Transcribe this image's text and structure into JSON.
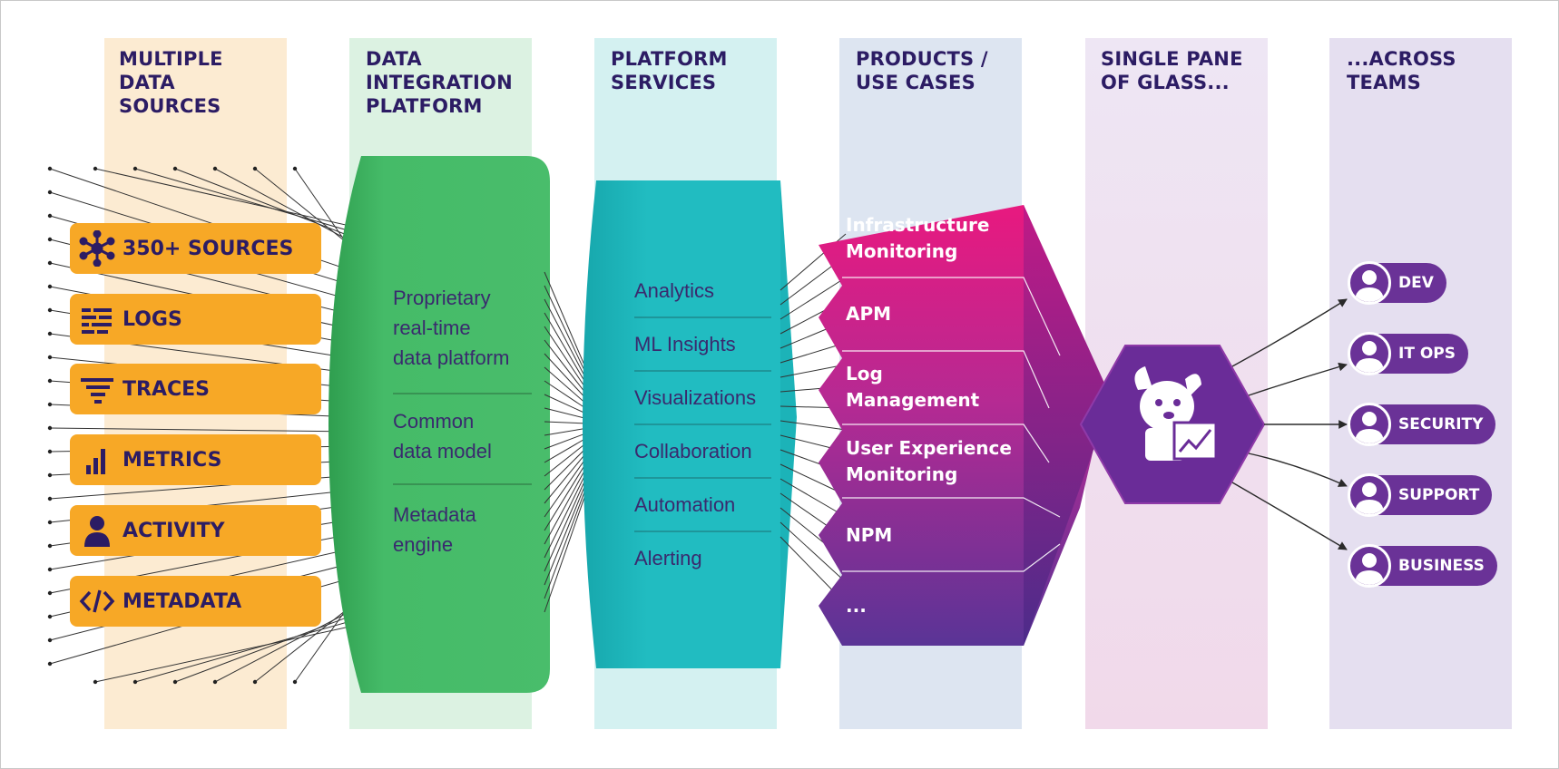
{
  "headings": {
    "col1": "MULTIPLE\nDATA\nSOURCES",
    "col2": "DATA\nINTEGRATION\nPLATFORM",
    "col3": "PLATFORM\nSERVICES",
    "col4": "PRODUCTS /\nUSE CASES",
    "col5": "SINGLE PANE\nOF GLASS...",
    "col6": "...ACROSS\nTEAMS"
  },
  "sources": [
    {
      "label": "350+ SOURCES",
      "icon": "network-icon"
    },
    {
      "label": "LOGS",
      "icon": "logs-icon"
    },
    {
      "label": "TRACES",
      "icon": "traces-icon"
    },
    {
      "label": "METRICS",
      "icon": "bar-chart-icon"
    },
    {
      "label": "ACTIVITY",
      "icon": "user-icon"
    },
    {
      "label": "METADATA",
      "icon": "code-icon"
    }
  ],
  "integration": {
    "items": [
      "Proprietary\nreal-time\ndata platform",
      "Common\ndata model",
      "Metadata\nengine"
    ]
  },
  "services": {
    "items": [
      "Analytics",
      "ML Insights",
      "Visualizations",
      "Collaboration",
      "Automation",
      "Alerting"
    ]
  },
  "products": {
    "items": [
      "Infrastructure\nMonitoring",
      "APM",
      "Log\nManagement",
      "User Experience\nMonitoring",
      "NPM",
      "..."
    ]
  },
  "pane": {
    "icon": "datadog-dog-icon"
  },
  "teams": [
    "DEV",
    "IT OPS",
    "SECURITY",
    "SUPPORT",
    "BUSINESS"
  ],
  "colors": {
    "sources": "#f7a826",
    "integration": "#3fb463",
    "services": "#1fb9be",
    "products_top": "#e8197f",
    "products_bottom": "#5a3496",
    "teams": "#6a3297",
    "text_dark": "#2c1c64"
  }
}
